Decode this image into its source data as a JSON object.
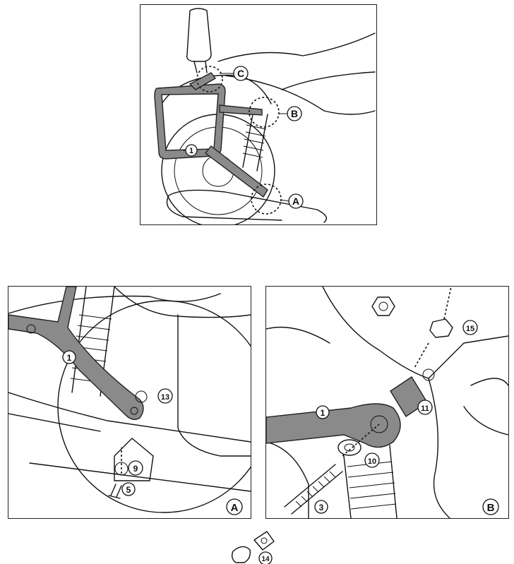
{
  "top_view": {
    "labels": {
      "C": "C",
      "B": "B",
      "A": "A",
      "part1": "1"
    }
  },
  "detail_a": {
    "corner_label": "A",
    "parts": {
      "p1": "1",
      "p13": "13",
      "p9": "9",
      "p5": "5"
    }
  },
  "detail_b": {
    "corner_label": "B",
    "parts": {
      "p15": "15",
      "p1": "1",
      "p11": "11",
      "p10": "10",
      "p3": "3",
      "p14": "14"
    }
  },
  "colors": {
    "bar": "#8a8a8a",
    "line": "#111111",
    "background": "#ffffff"
  }
}
